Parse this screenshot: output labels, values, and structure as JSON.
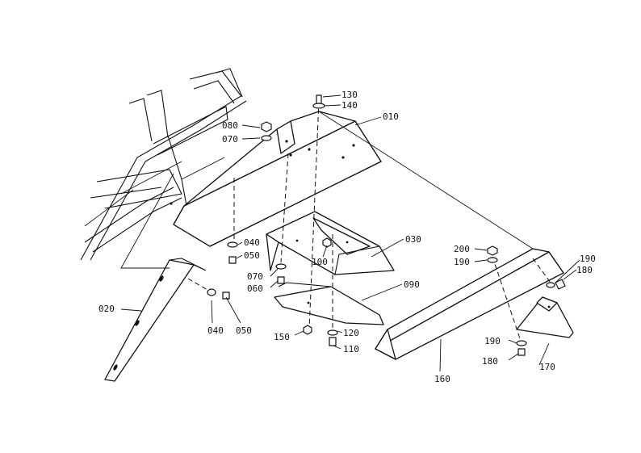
{
  "labels": {
    "p010": "010",
    "p020": "020",
    "p030": "030",
    "p040a": "040",
    "p040b": "040",
    "p050a": "050",
    "p050b": "050",
    "p060": "060",
    "p070a": "070",
    "p070b": "070",
    "p080": "080",
    "p090": "090",
    "p100": "100",
    "p110": "110",
    "p120": "120",
    "p130": "130",
    "p140": "140",
    "p150": "150",
    "p160": "160",
    "p170": "170",
    "p180a": "180",
    "p180b": "180",
    "p190a": "190",
    "p190b": "190",
    "p190c": "190",
    "p200": "200"
  }
}
